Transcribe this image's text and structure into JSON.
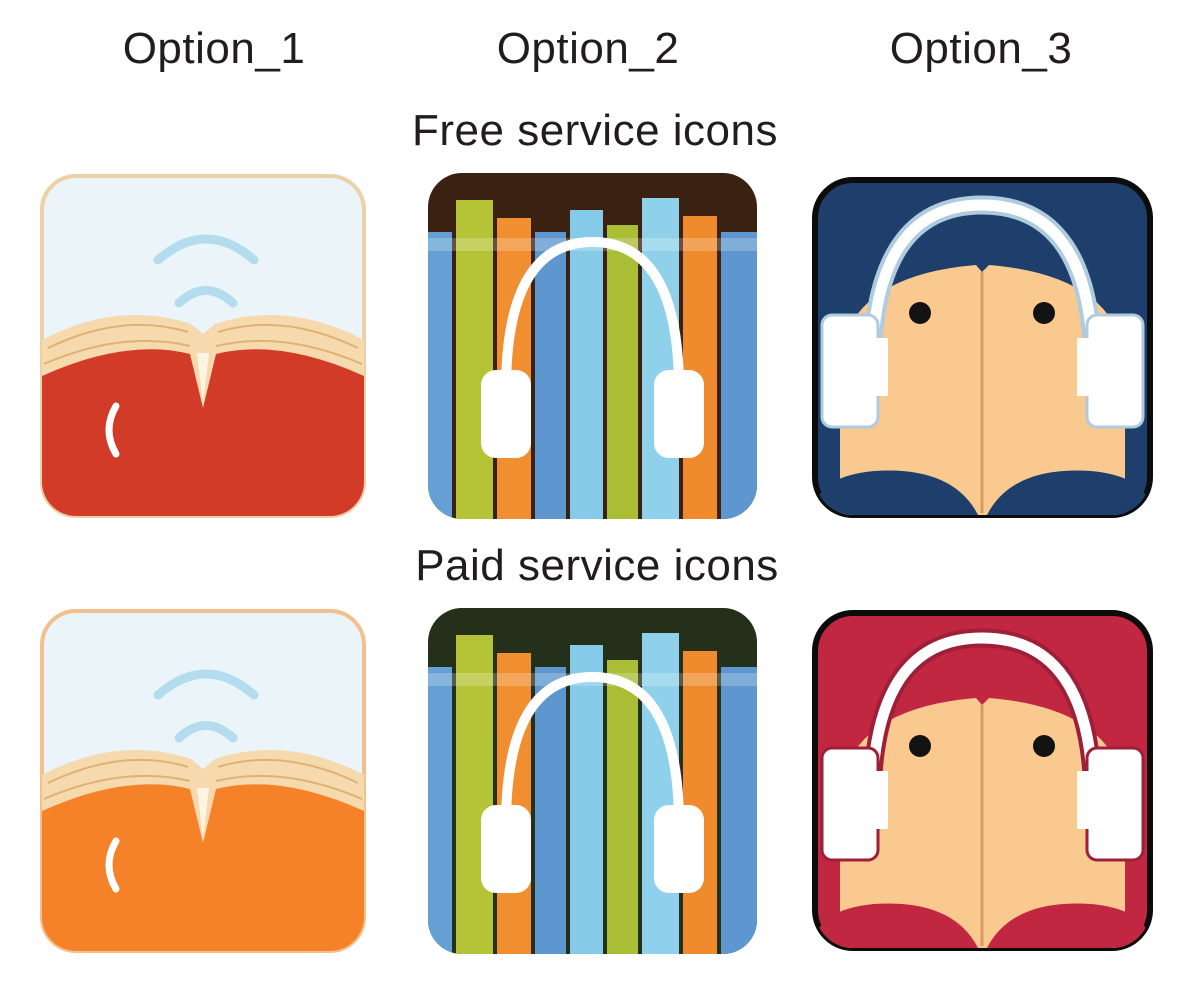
{
  "page": {
    "background": "#ffffff",
    "text_color": "#211d1e"
  },
  "columns": [
    "Option_1",
    "Option_2",
    "Option_3"
  ],
  "sections": {
    "free": "Free service icons",
    "paid": "Paid service icons"
  },
  "icons": {
    "book": {
      "name": "open-book-with-sound-waves-icon",
      "bg": "#eaf4f9",
      "free_border": "#ecd0a6",
      "paid_border": "#f2c08d",
      "waves": "#b3dcee",
      "pages": "#f6d9ad",
      "page_line": "#dfb274",
      "notch": "#fdf4e3",
      "crescent": "#ffffff",
      "free_cover": "#d23b27",
      "paid_cover": "#f58229"
    },
    "shelf": {
      "name": "bookshelf-with-headphones-icon",
      "free_bg": "#3a2112",
      "paid_bg": "#24301a",
      "band_tint": "#ffffff",
      "headphones": "#ffffff",
      "spines": [
        "#64a0d4",
        "#b5c437",
        "#f18e30",
        "#5e96cf",
        "#85cae8",
        "#a9bd35",
        "#8fd1ea",
        "#ef8b2d",
        "#5e96cf"
      ]
    },
    "face": {
      "name": "open-book-face-with-headphones-icon",
      "border": "#0c0c0c",
      "pages": "#f9c98f",
      "spine_line": "#d99a62",
      "eye": "#131313",
      "headphones": "#ffffff",
      "free_bg": "#1e3e6c",
      "paid_bg": "#c22742",
      "free_edge": "#afccdf",
      "paid_edge": "#9e1f3a"
    }
  }
}
